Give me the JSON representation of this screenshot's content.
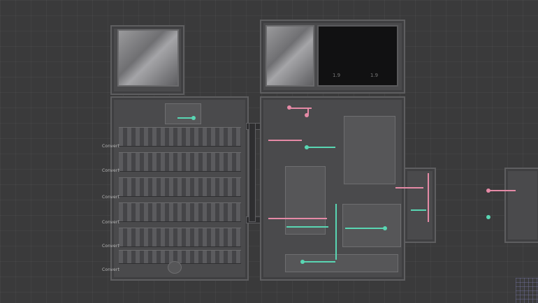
{
  "row_labels": [
    "Convert",
    "Convert",
    "Convert",
    "Convert",
    "Convert",
    "Convert"
  ],
  "tank_values": [
    "1.9",
    "1.9"
  ],
  "colors": {
    "background": "#3a3a3b",
    "pink_wire": "#e58aa6",
    "teal_wire": "#59d6b3",
    "dark_tank": "#111112"
  },
  "icons": {
    "manifold": "gear-icon",
    "hud": "grid-overlay-icon"
  }
}
